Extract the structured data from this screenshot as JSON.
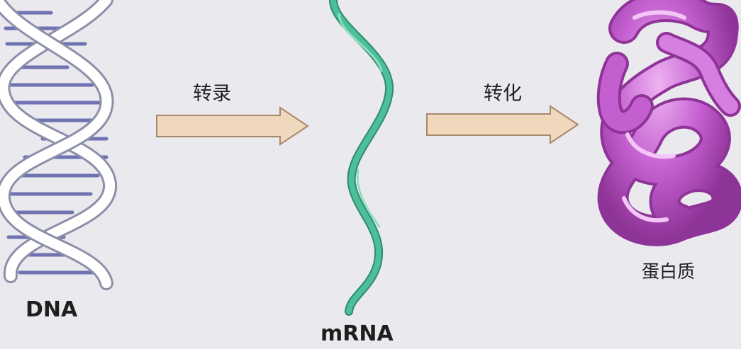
{
  "colors": {
    "background": "#eae9ee",
    "dna_backbone": "#ffffff",
    "dna_backbone_outline": "#8c8fa8",
    "dna_rungs": "#6f73b2",
    "arrow_fill": "#f0d8bd",
    "arrow_outline": "#a8886c",
    "mrna": "#4cc09a",
    "mrna_dark": "#2f8a6c",
    "protein": "#c45fd0",
    "protein_dark": "#8e3397",
    "protein_light": "#e39be9"
  },
  "labels": {
    "dna": "DNA",
    "mrna": "mRNA",
    "protein": "蛋白质",
    "transcription": "转录",
    "translation": "转化"
  }
}
